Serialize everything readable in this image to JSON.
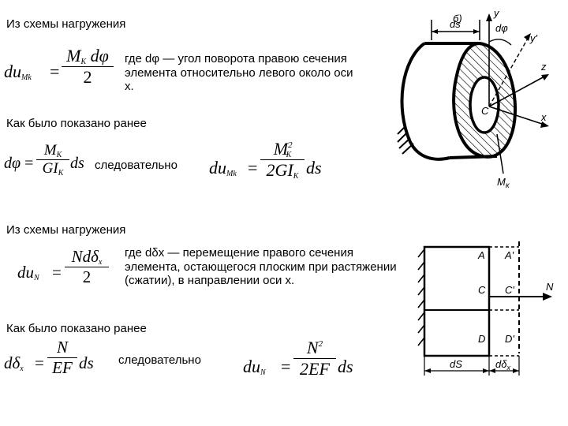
{
  "section1": {
    "heading": "Из схемы нагружения",
    "note": "где dφ — угол поворота правою сечения элемента относительно левого около оси x.",
    "shown_earlier": "Как было показано ранее",
    "therefore": "следовательно"
  },
  "section2": {
    "heading": "Из схемы нагружения",
    "note": "где dδx — перемещение правого сечения элемента, остающегося плоским при растяжении (сжатии), в направлении оси x.",
    "shown_earlier": "Как было показано ранее",
    "therefore": "следовательно"
  },
  "formulas": {
    "f1": {
      "lhs": "du",
      "lhs_sub": "Mk",
      "num": "M",
      "num_sub": "K",
      "num_tail": "dφ",
      "den": "2"
    },
    "f2": {
      "lhs": "dφ",
      "num": "M",
      "num_sub": "K",
      "den": "GI",
      "den_sub": "K",
      "tail": "ds"
    },
    "f3": {
      "lhs": "du",
      "lhs_sub": "Mk",
      "num": "M",
      "num_sup": "2",
      "num_sub": "K",
      "den": "2GI",
      "den_sub": "K",
      "tail": "ds"
    },
    "f4": {
      "lhs": "du",
      "lhs_sub": "N",
      "num": "Ndδ",
      "num_sub": "x",
      "den": "2"
    },
    "f5": {
      "lhs": "dδ",
      "lhs_sub": "x",
      "num": "N",
      "den": "EF",
      "tail": "ds"
    },
    "f6": {
      "lhs": "du",
      "lhs_sub": "N",
      "num": "N",
      "num_sup": "2",
      "den": "2EF",
      "tail": "ds"
    }
  },
  "figure_b": {
    "panel_label": "б)",
    "labels": {
      "ds": "ds",
      "dphi": "dφ",
      "y": "y",
      "y_prime": "y'",
      "z": "z",
      "x": "x",
      "c": "C",
      "mk": "M",
      "mk_sub": "к"
    }
  },
  "figure_bottom": {
    "labels": {
      "a": "A",
      "a_prime": "A'",
      "c": "C",
      "c_prime": "C'",
      "d": "D",
      "d_prime": "D'",
      "n": "N",
      "ds": "dS",
      "ddelta": "dδ",
      "ddelta_sub": "x"
    }
  }
}
